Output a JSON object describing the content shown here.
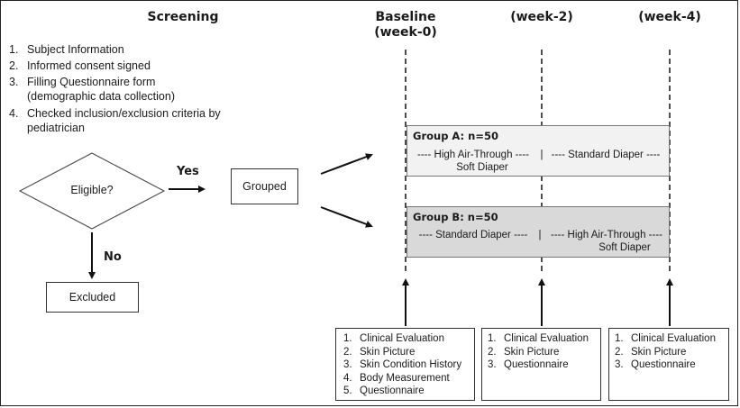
{
  "headers": {
    "screening": "Screening",
    "baseline": "Baseline",
    "baseline_week": "(week-0)",
    "week2": "(week-2)",
    "week4": "(week-4)"
  },
  "screening_steps": [
    {
      "num": "1.",
      "text": "Subject Information"
    },
    {
      "num": "2.",
      "text": "Informed consent signed"
    },
    {
      "num": "3.",
      "text": "Filling Questionnaire form (demographic data collection)"
    },
    {
      "num": "4.",
      "text": "Checked inclusion/exclusion criteria by pediatrician"
    }
  ],
  "decision": {
    "label": "Eligible?",
    "yes": "Yes",
    "no": "No"
  },
  "grouped_label": "Grouped",
  "excluded_label": "Excluded",
  "group_a": {
    "title": "Group A: n=50",
    "seg1_line1": "---- High Air-Through ----",
    "seg1_line2": "Soft Diaper",
    "divider": "|",
    "seg2": "---- Standard Diaper ----"
  },
  "group_b": {
    "title": "Group B: n=50",
    "seg1": "---- Standard Diaper ----",
    "divider": "|",
    "seg2_line1": "---- High Air-Through ----",
    "seg2_line2": "Soft Diaper"
  },
  "visits": {
    "baseline": [
      {
        "num": "1.",
        "text": "Clinical Evaluation"
      },
      {
        "num": "2.",
        "text": "Skin Picture"
      },
      {
        "num": "3.",
        "text": "Skin Condition History"
      },
      {
        "num": "4.",
        "text": "Body Measurement"
      },
      {
        "num": "5.",
        "text": "Questionnaire"
      }
    ],
    "week2": [
      {
        "num": "1.",
        "text": "Clinical Evaluation"
      },
      {
        "num": "2.",
        "text": "Skin Picture"
      },
      {
        "num": "3.",
        "text": "Questionnaire"
      }
    ],
    "week4": [
      {
        "num": "1.",
        "text": "Clinical Evaluation"
      },
      {
        "num": "2.",
        "text": "Skin Picture"
      },
      {
        "num": "3.",
        "text": "Questionnaire"
      }
    ]
  },
  "colors": {
    "group_a_fill": "#f2f2f2",
    "group_b_fill": "#d9d9d9",
    "line": "#111111"
  }
}
